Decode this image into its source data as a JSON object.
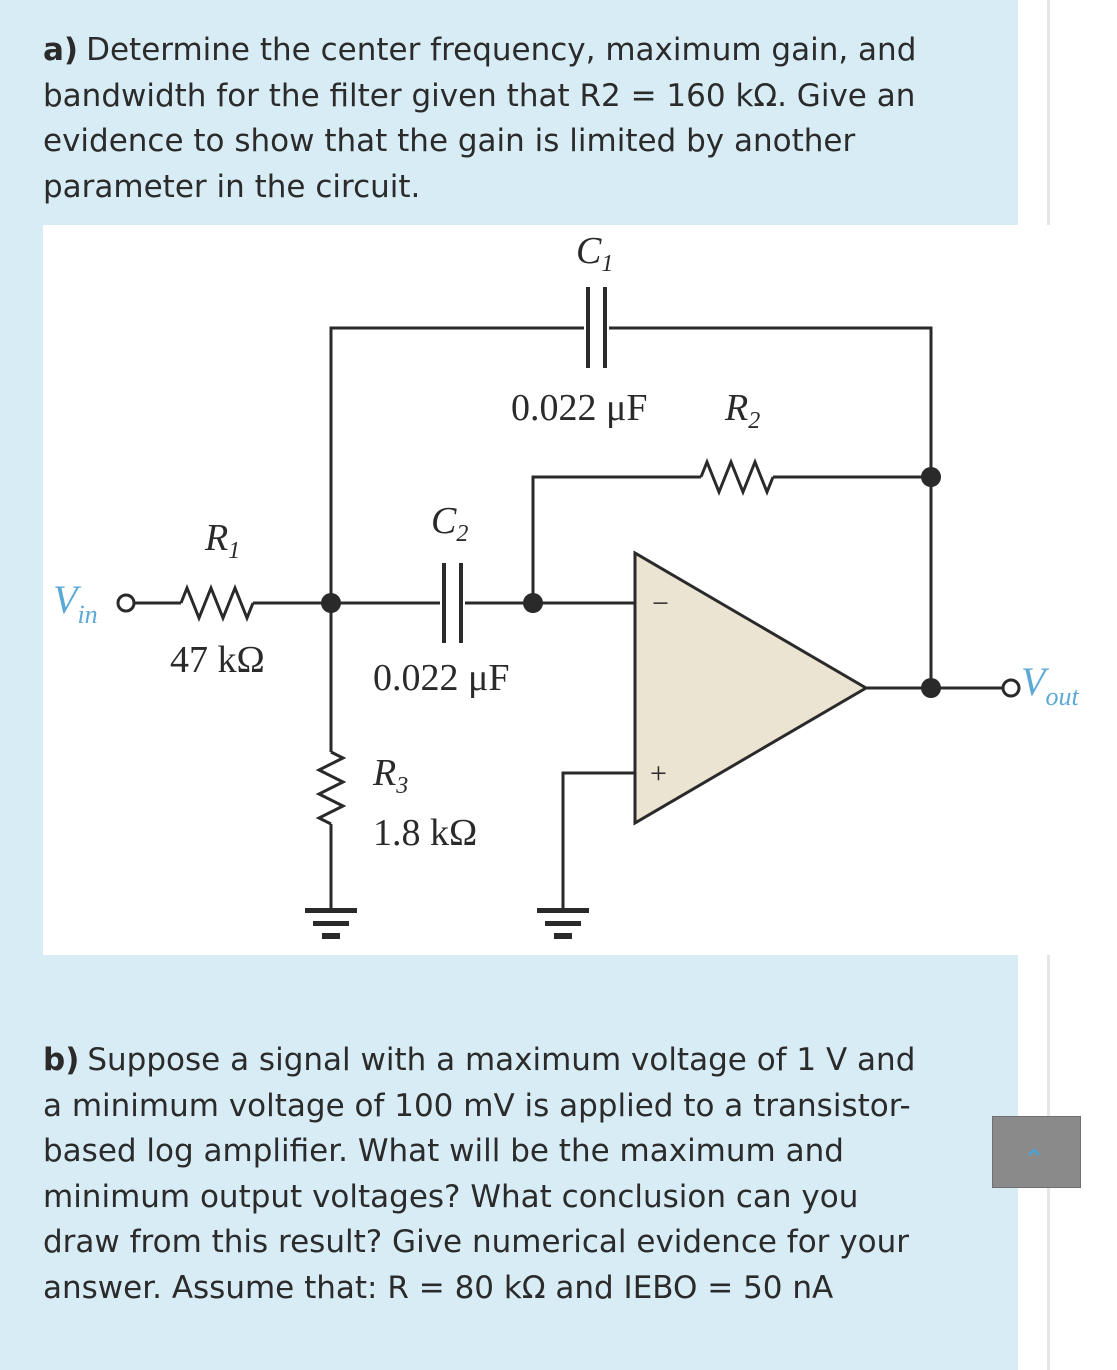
{
  "question_a": {
    "label": "a)",
    "text": "Determine the center frequency, maximum gain, and bandwidth for the filter given that R2 = 160 kΩ. Give an evidence to show that the gain is limited by another parameter in the circuit."
  },
  "circuit": {
    "c1_name": "C",
    "c1_sub": "1",
    "c1_value": "0.022 μF",
    "r2_name": "R",
    "r2_sub": "2",
    "c2_name": "C",
    "c2_sub": "2",
    "c2_value": "0.022 μF",
    "r1_name": "R",
    "r1_sub": "1",
    "r1_value": "47 kΩ",
    "r3_name": "R",
    "r3_sub": "3",
    "r3_value": "1.8 kΩ",
    "vin_main": "V",
    "vin_sub": "in",
    "vout_main": "V",
    "vout_sub": "out",
    "minus": "−",
    "plus": "+"
  },
  "question_b": {
    "label": "b)",
    "text": "Suppose a signal with a maximum voltage of 1 V and a minimum voltage of 100 mV is applied to a transistor-based log amplifier. What will be the maximum and minimum output voltages? What conclusion can you draw from this result? Give numerical evidence for your answer. Assume that: R = 80 kΩ and IEBO = 50 nA"
  },
  "colors": {
    "panel_bg": "#d7ecf5",
    "opamp_fill": "#ece4d2",
    "label_blue": "#5aa9d6",
    "chevron": "#3fa8e0"
  },
  "icons": {
    "slide_button": "chevron-up-icon"
  }
}
